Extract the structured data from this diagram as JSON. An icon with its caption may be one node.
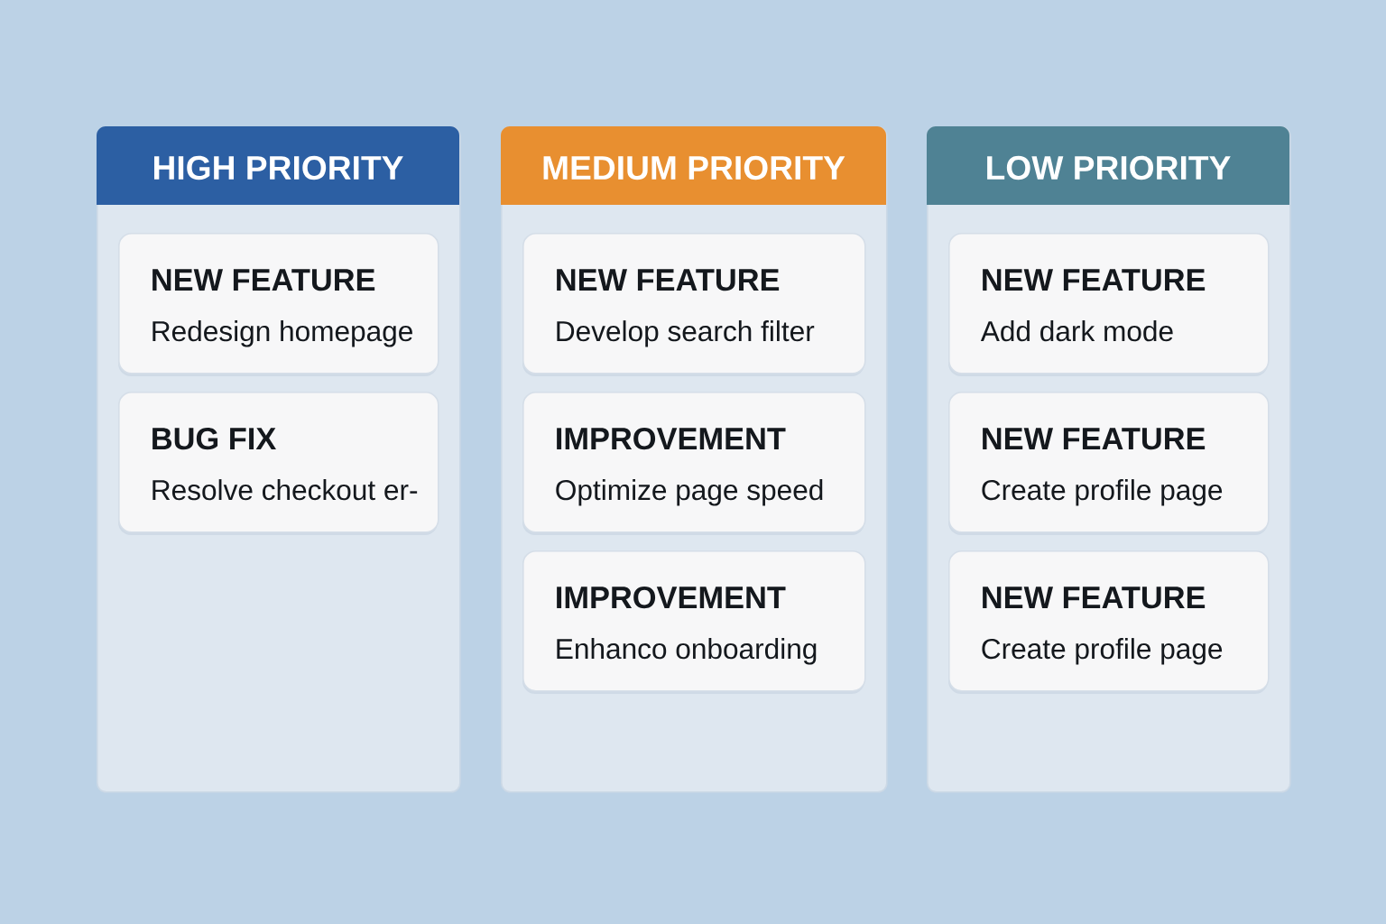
{
  "diagram": {
    "nodes": [
      {
        "text": [
          "HIGH PRIORITY"
        ]
      },
      {
        "text": [
          "NEW FEATURE",
          "Redesign homepage"
        ],
        "in": 0
      },
      {
        "text": [
          "BUG FIX",
          "Resolve checkout er-"
        ],
        "in": 0
      },
      {
        "text": [
          "MEDIUM PRIORITY"
        ]
      },
      {
        "text": [
          "NEW FEATURE",
          "Develop search filter"
        ],
        "in": 3
      },
      {
        "text": [
          "IMPROVEMENT",
          "Optimize page speed"
        ],
        "in": 3
      },
      {
        "text": [
          "IMPROVEMENT",
          "Enhanco onboarding"
        ],
        "in": 3
      },
      {
        "text": [
          "LOW PRIORITY"
        ]
      },
      {
        "text": [
          "NEW FEATURE",
          "Add dark mode"
        ],
        "in": 7
      },
      {
        "text": [
          "NEW FEATURE",
          "Create profile page"
        ],
        "in": 7
      },
      {
        "text": [
          "NEW FEATURE",
          "Create profile page"
        ],
        "in": 7
      }
    ]
  }
}
